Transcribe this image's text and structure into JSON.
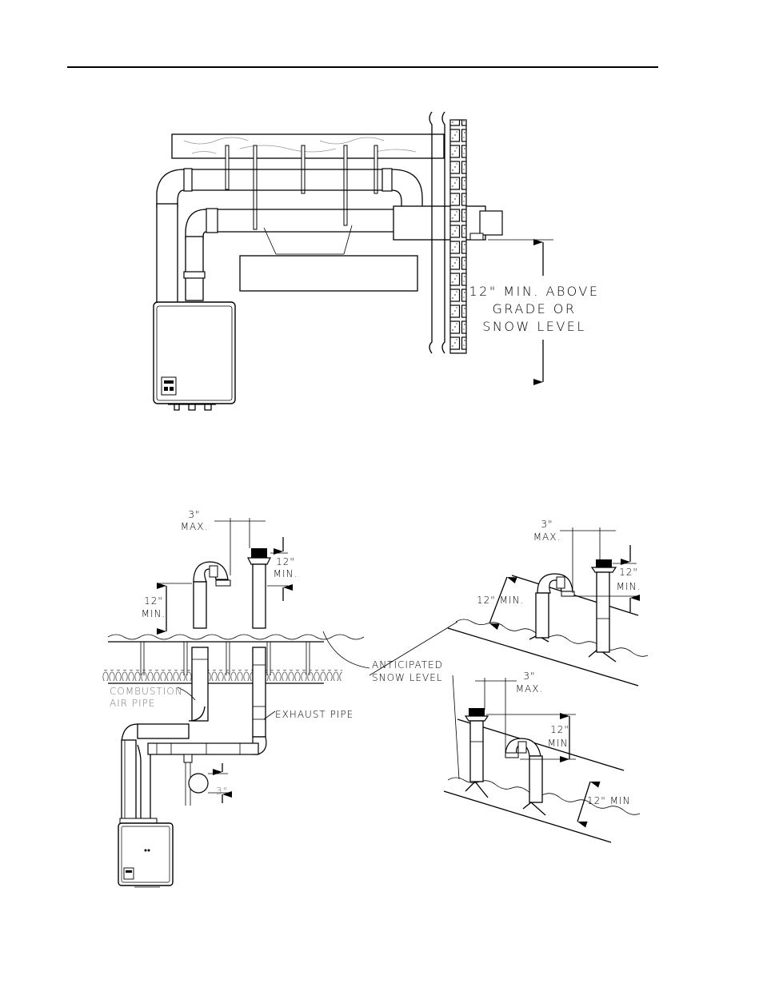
{
  "figure_top": {
    "dimension_label": [
      "12\" MIN. ABOVE",
      "GRADE OR",
      "SNOW LEVEL"
    ]
  },
  "figure_bottom_left": {
    "max_label": [
      "3\"",
      "MAX."
    ],
    "min_right_label": [
      "12\"",
      "MIN."
    ],
    "min_left_label": [
      "12\"",
      "MIN."
    ],
    "combustion_label": [
      "COMBUSTION",
      "AIR PIPE"
    ],
    "exhaust_label": "EXHAUST PIPE",
    "anticipated_label": [
      "ANTICIPATED",
      "SNOW LEVEL"
    ],
    "small_dim_label": "3\""
  },
  "figure_bottom_right": {
    "upper_max_label": [
      "3\"",
      "MAX."
    ],
    "upper_min_right_label": [
      "12\"",
      "MIN."
    ],
    "upper_min_left_label": "12\" MIN.",
    "lower_max_label": [
      "3\"",
      "MAX."
    ],
    "lower_min_label": [
      "12\"",
      "MIN."
    ],
    "lower_min_right_label": "12\" MIN"
  }
}
